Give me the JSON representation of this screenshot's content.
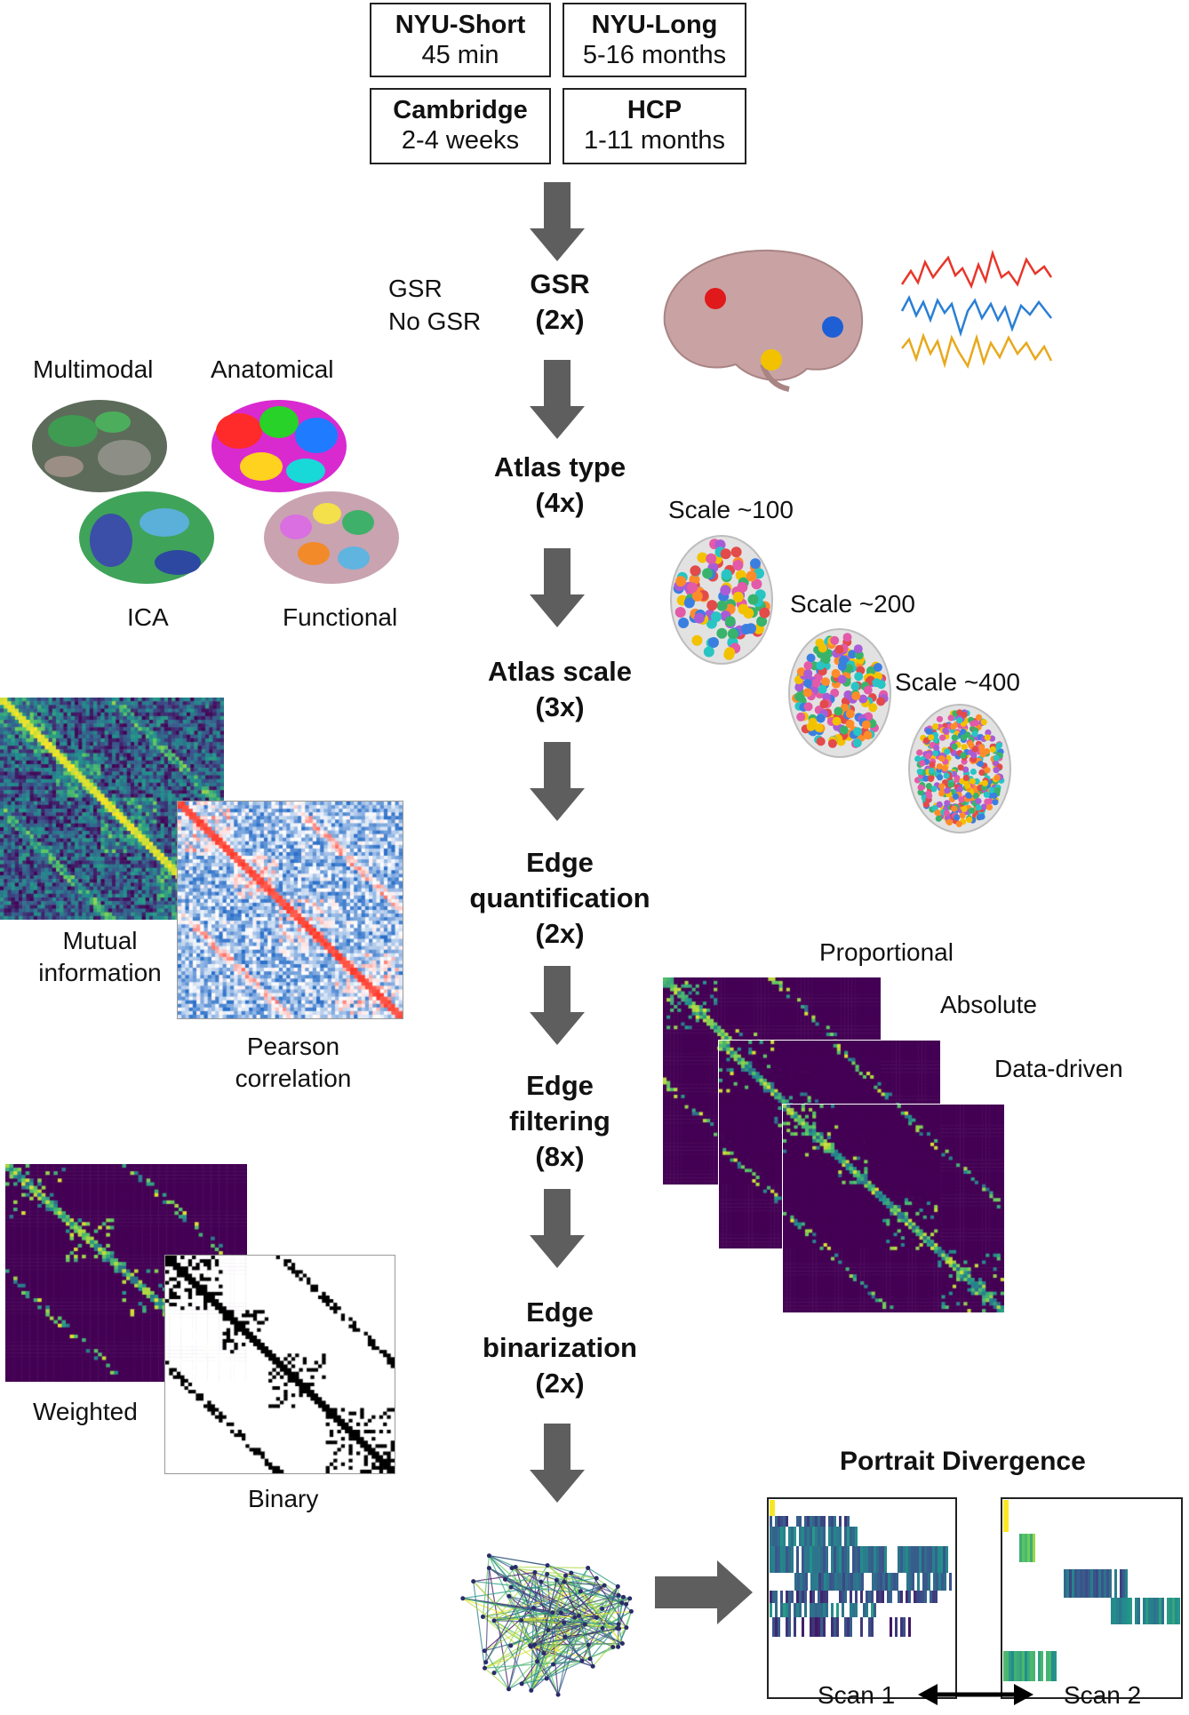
{
  "datasets": [
    {
      "name": "NYU-Short",
      "duration": "45 min"
    },
    {
      "name": "NYU-Long",
      "duration": "5-16 months"
    },
    {
      "name": "Cambridge",
      "duration": "2-4 weeks"
    },
    {
      "name": "HCP",
      "duration": "1-11 months"
    }
  ],
  "steps": [
    {
      "title": "GSR",
      "count": "(2x)"
    },
    {
      "title": "Atlas type",
      "count": "(4x)"
    },
    {
      "title": "Atlas scale",
      "count": "(3x)"
    },
    {
      "title": "Edge quantification",
      "title_line1": "Edge",
      "title_line2": "quantification",
      "count": "(2x)"
    },
    {
      "title": "Edge filtering",
      "title_line1": "Edge",
      "title_line2": "filtering",
      "count": "(8x)"
    },
    {
      "title": "Edge binarization",
      "title_line1": "Edge",
      "title_line2": "binarization",
      "count": "(2x)"
    }
  ],
  "gsr_options": [
    "GSR",
    "No GSR"
  ],
  "atlas_types": [
    "Multimodal",
    "Anatomical",
    "ICA",
    "Functional"
  ],
  "atlas_scales": [
    "Scale ~100",
    "Scale ~200",
    "Scale ~400"
  ],
  "edge_quantification": [
    "Mutual information",
    "Pearson correlation"
  ],
  "edge_quant_lines": {
    "mi_1": "Mutual",
    "mi_2": "information",
    "pc_1": "Pearson",
    "pc_2": "correlation"
  },
  "edge_filtering": [
    "Proportional",
    "Absolute",
    "Data-driven"
  ],
  "edge_binarization": [
    "Weighted",
    "Binary"
  ],
  "output": {
    "title": "Portrait Divergence",
    "scan1": "Scan 1",
    "scan2": "Scan 2"
  },
  "colors": {
    "arrow": "#5e5e5e",
    "brain": "#c9a3a3",
    "node_red": "#e0191b",
    "node_blue": "#1f5fd6",
    "node_yellow": "#f2c200",
    "signal_red": "#e8362a",
    "signal_blue": "#2a7fd4",
    "signal_yellow": "#e7a91c",
    "viridis_dark": "#440154",
    "viridis_mid": "#21918c",
    "viridis_light": "#fde725"
  }
}
